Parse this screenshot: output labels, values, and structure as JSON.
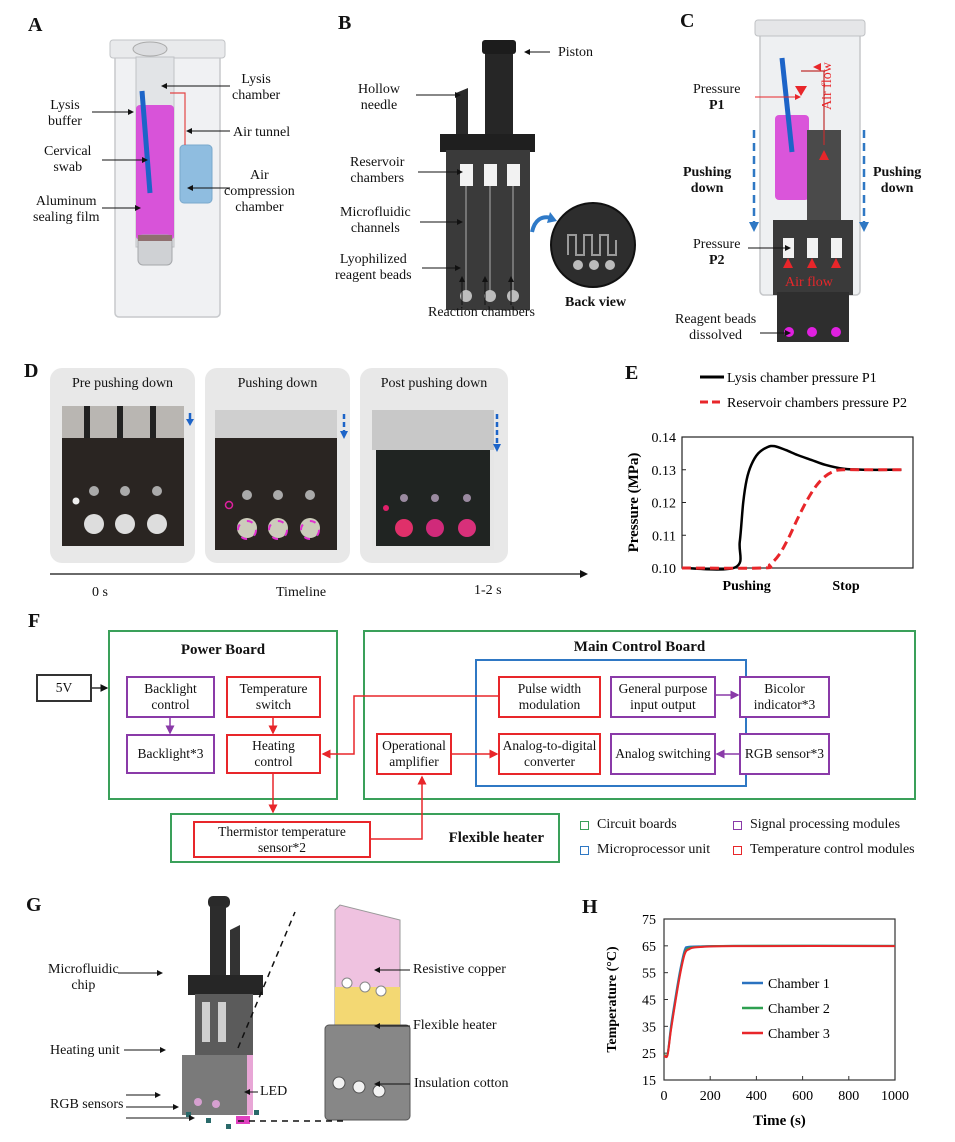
{
  "panels": {
    "A": {
      "letter": "A",
      "labels": {
        "lysis_chamber": "Lysis\nchamber",
        "lysis_buffer": "Lysis\nbuffer",
        "air_tunnel": "Air tunnel",
        "cervical_swab": "Cervical\nswab",
        "air_compression_chamber": "Air\ncompression\nchamber",
        "aluminum_sealing_film": "Aluminum\nsealing film"
      }
    },
    "B": {
      "letter": "B",
      "labels": {
        "piston": "Piston",
        "hollow_needle": "Hollow\nneedle",
        "reservoir_chambers": "Reservoir\nchambers",
        "microfluidic_channels": "Microfluidic\nchannels",
        "lyophilized_reagent_beads": "Lyophilized\nreagent beads",
        "reaction_chambers": "Reaction chambers",
        "back_view": "Back view"
      }
    },
    "C": {
      "letter": "C",
      "labels": {
        "pressure_p1_a": "Pressure",
        "pressure_p1_b": "P1",
        "air_flow_top": "Air flow",
        "pushing_down_left": "Pushing\ndown",
        "pushing_down_right": "Pushing\ndown",
        "pressure_p2_a": "Pressure",
        "pressure_p2_b": "P2",
        "air_flow_bottom": "Air flow",
        "reagent_beads_dissolved": "Reagent beads\ndissolved"
      }
    },
    "D": {
      "letter": "D",
      "stages": [
        {
          "title": "Pre pushing down"
        },
        {
          "title": "Pushing down"
        },
        {
          "title": "Post pushing down"
        }
      ],
      "timeline": {
        "start": "0 s",
        "middle": "Timeline",
        "end": "1-2 s"
      }
    },
    "E": {
      "letter": "E"
    },
    "F": {
      "letter": "F",
      "input": "5V",
      "power_board": {
        "title": "Power Board",
        "backlight_control": "Backlight\ncontrol",
        "temperature_switch": "Temperature\nswitch",
        "backlight": "Backlight*3",
        "heating_control": "Heating\ncontrol"
      },
      "main_control_board": {
        "title": "Main Control Board",
        "pwm": "Pulse width\nmodulation",
        "gpio": "General purpose\ninput output",
        "adc": "Analog-to-digital\nconverter",
        "analog_switching": "Analog switching",
        "op_amp": "Operational\namplifier",
        "bicolor_indicator": "Bicolor\nindicator*3",
        "rgb_sensor": "RGB sensor*3"
      },
      "flexible_heater": {
        "title": "Flexible heater",
        "thermistor": "Thermistor temperature\nsensor*2"
      },
      "legend": [
        {
          "label": "Circuit boards",
          "color": "#3aa05a"
        },
        {
          "label": "Signal processing modules",
          "color": "#8a3aa8"
        },
        {
          "label": "Microprocessor unit",
          "color": "#2f78c4"
        },
        {
          "label": "Temperature control modules",
          "color": "#e8262a"
        }
      ]
    },
    "G": {
      "letter": "G",
      "labels": {
        "microfluidic_chip": "Microfluidic\nchip",
        "heating_unit": "Heating unit",
        "rgb_sensors": "RGB sensors",
        "led": "LED",
        "resistive_copper": "Resistive copper",
        "flexible_heater": "Flexible heater",
        "insulation_cotton": "Insulation cotton"
      }
    },
    "H": {
      "letter": "H"
    }
  },
  "chart_data": [
    {
      "id": "E",
      "type": "line",
      "title": "",
      "xlabel": "",
      "ylabel": "Pressure (MPa)",
      "x_tick_labels": [
        "Pushing",
        "Stop"
      ],
      "x_range": [
        0,
        10
      ],
      "x_tick_positions": [
        2.8,
        7.1
      ],
      "ylim": [
        0.1,
        0.14
      ],
      "yticks": [
        0.1,
        0.11,
        0.12,
        0.13,
        0.14
      ],
      "ytick_labels": [
        "0.10",
        "0.11",
        "0.12",
        "0.13",
        "0.14"
      ],
      "grid": false,
      "legend_position": "top",
      "series": [
        {
          "name": "Lysis chamber pressure P1",
          "color": "#000000",
          "style": "solid",
          "x": [
            0,
            2.3,
            2.5,
            2.65,
            2.8,
            3.0,
            3.3,
            3.7,
            4.0,
            4.5,
            5.0,
            5.6,
            6.2,
            7.0,
            8.0,
            9.5
          ],
          "y": [
            0.1,
            0.1002,
            0.108,
            0.12,
            0.127,
            0.1315,
            0.135,
            0.1369,
            0.1372,
            0.136,
            0.1345,
            0.133,
            0.1315,
            0.1303,
            0.13,
            0.13
          ]
        },
        {
          "name": "Reservoir chambers pressure P2",
          "color": "#e8262a",
          "style": "dashed",
          "x": [
            0,
            3.5,
            3.8,
            4.2,
            4.6,
            5.0,
            5.4,
            5.8,
            6.2,
            6.6,
            7.0,
            8.0,
            9.5
          ],
          "y": [
            0.1,
            0.1,
            0.101,
            0.104,
            0.109,
            0.115,
            0.1205,
            0.125,
            0.128,
            0.1296,
            0.13,
            0.13,
            0.13
          ]
        }
      ]
    },
    {
      "id": "H",
      "type": "line",
      "title": "",
      "xlabel": "Time (s)",
      "ylabel": "Temperature (°C)",
      "xlim": [
        0,
        1000
      ],
      "xticks": [
        0,
        200,
        400,
        600,
        800,
        1000
      ],
      "ylim": [
        15,
        75
      ],
      "yticks": [
        15,
        25,
        35,
        45,
        55,
        65,
        75
      ],
      "grid": false,
      "legend_position": "center",
      "series": [
        {
          "name": "Chamber 1",
          "color": "#2a72c0",
          "x": [
            0,
            15,
            30,
            50,
            70,
            90,
            105,
            150,
            300,
            1000
          ],
          "y": [
            24.5,
            24.5,
            35,
            46,
            56,
            63.5,
            64.6,
            64.8,
            65,
            65
          ]
        },
        {
          "name": "Chamber 2",
          "color": "#2ea050",
          "x": [
            0,
            15,
            30,
            50,
            70,
            90,
            110,
            150,
            300,
            1000
          ],
          "y": [
            24.5,
            24.5,
            34,
            45,
            55,
            62.5,
            64.2,
            64.6,
            65,
            65
          ]
        },
        {
          "name": "Chamber 3",
          "color": "#e8262a",
          "x": [
            0,
            15,
            30,
            50,
            70,
            90,
            110,
            150,
            300,
            1000
          ],
          "y": [
            24.2,
            24.2,
            33.5,
            44.5,
            54.5,
            62,
            63.8,
            64.5,
            64.9,
            64.9
          ]
        }
      ]
    }
  ]
}
